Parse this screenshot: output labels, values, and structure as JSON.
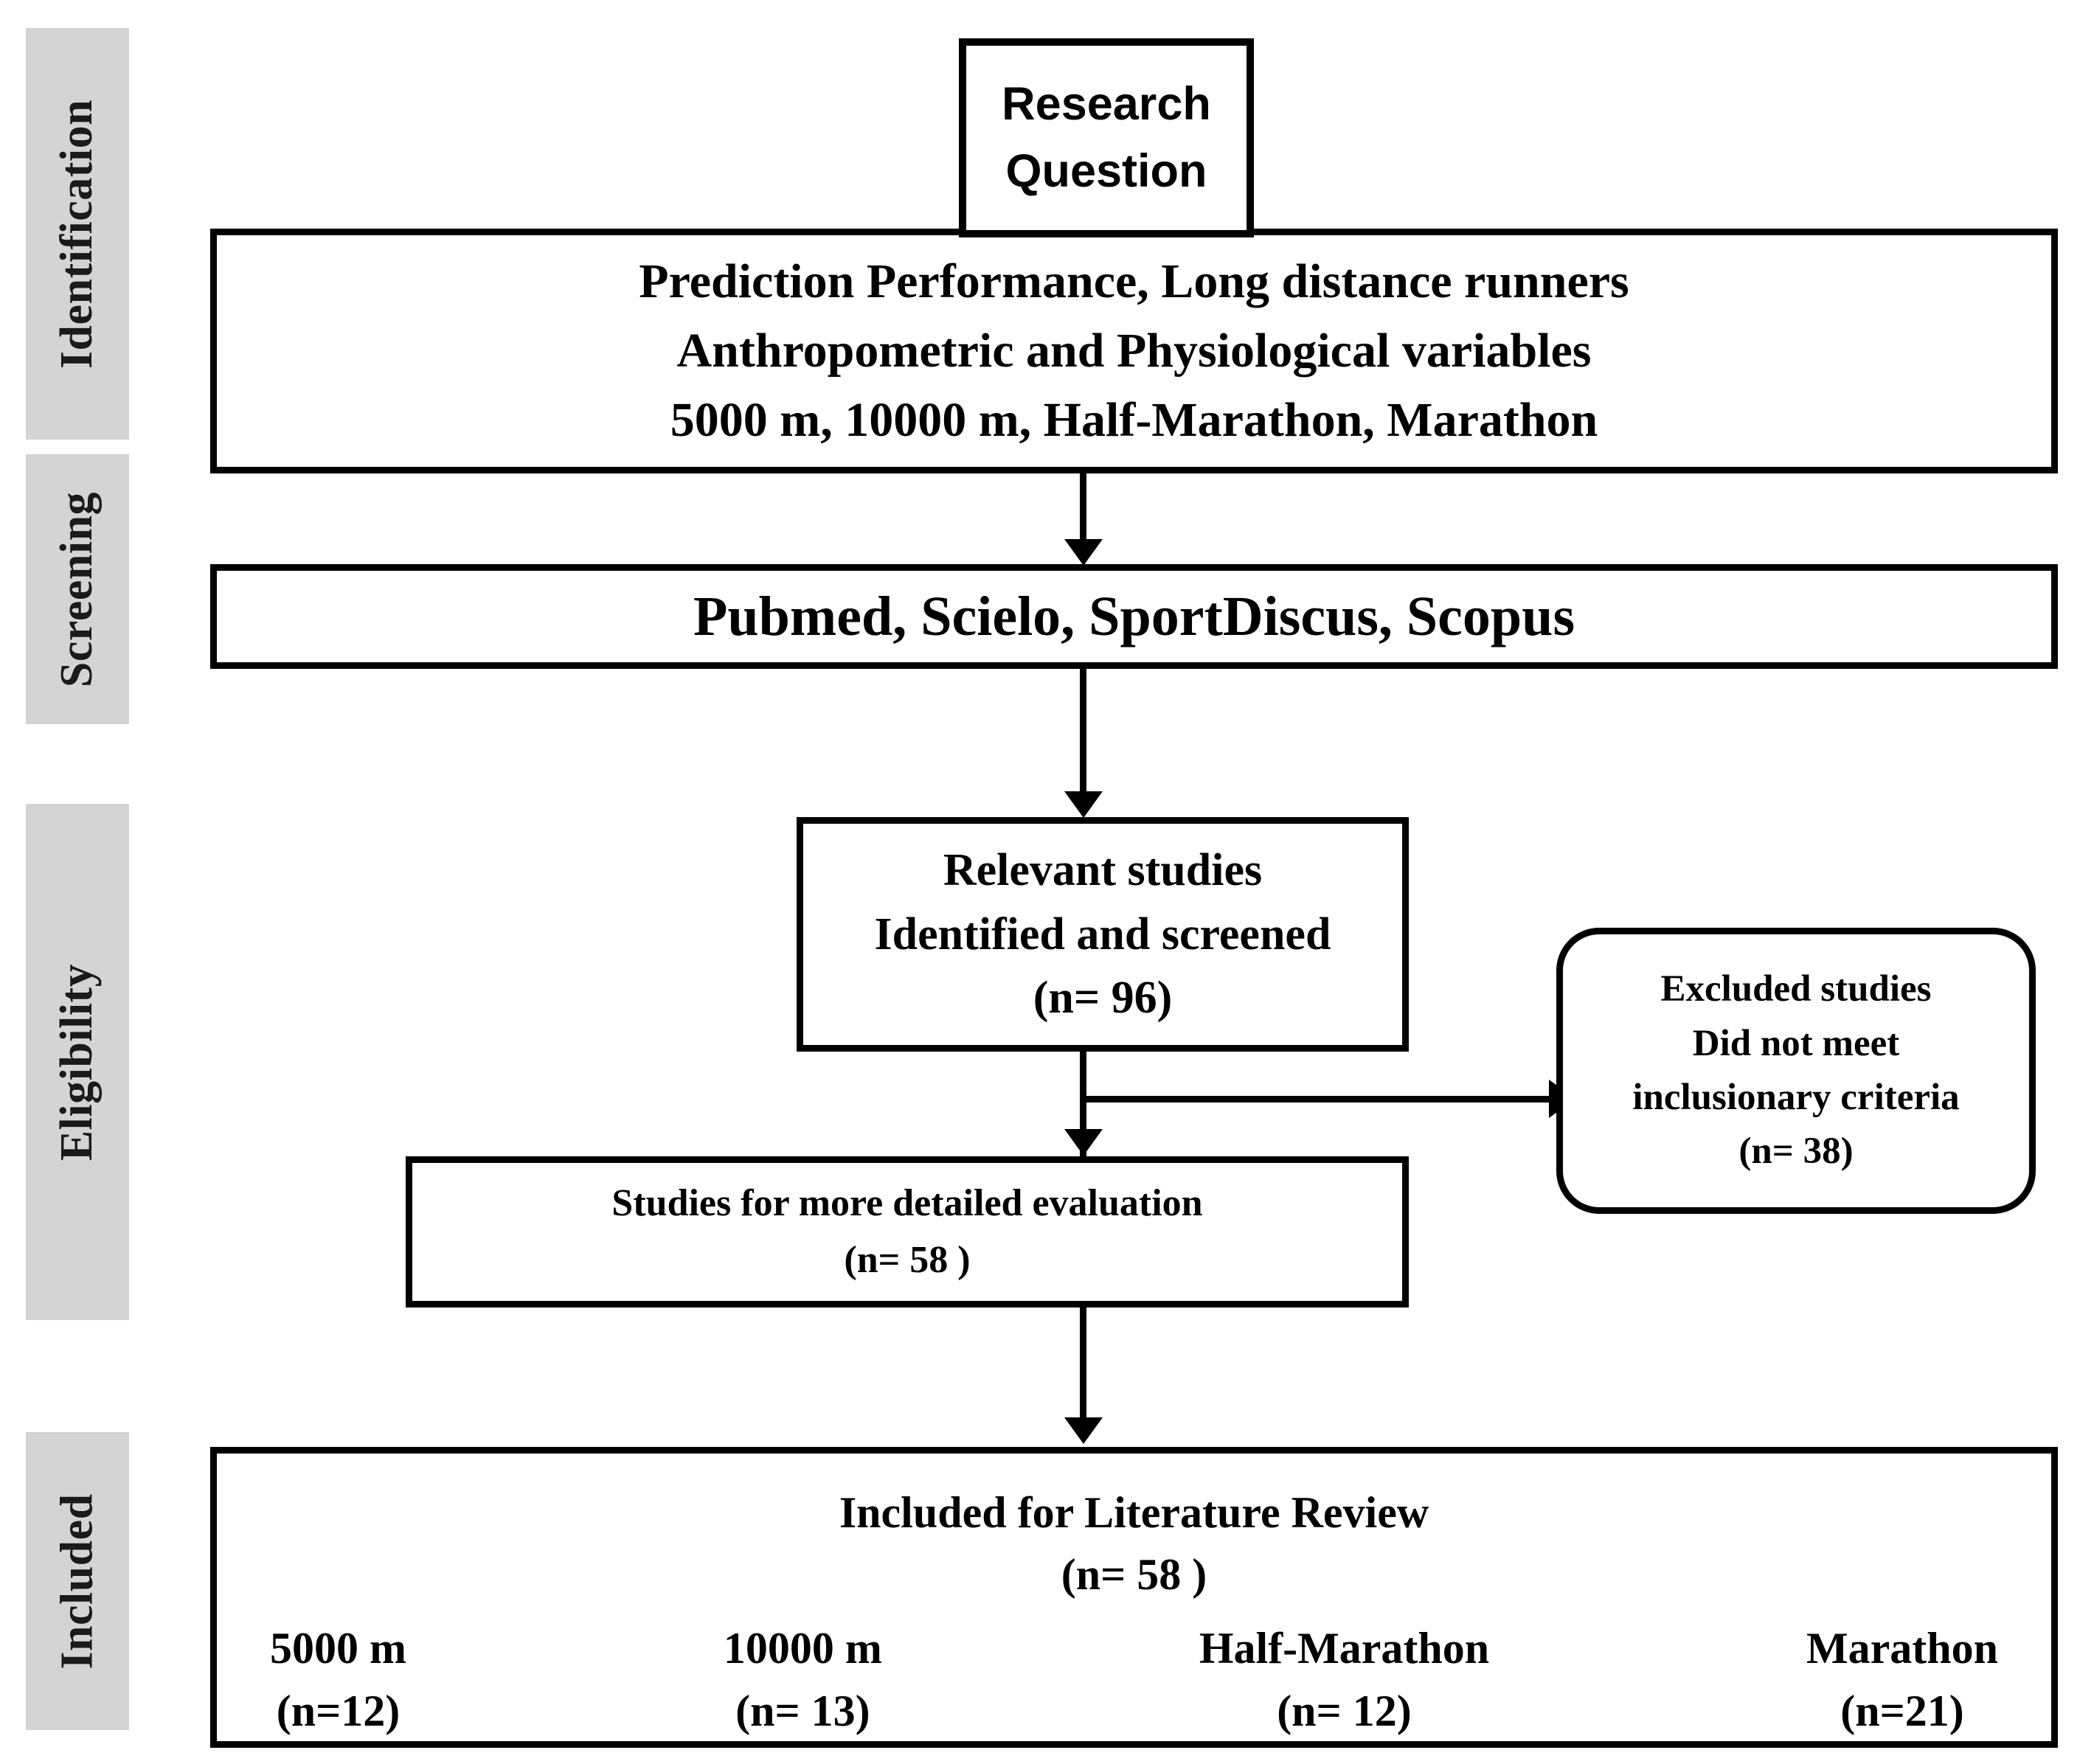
{
  "stages": [
    {
      "label": "Identification"
    },
    {
      "label": "Screening"
    },
    {
      "label": "Eligibility"
    },
    {
      "label": "Included"
    }
  ],
  "research_question": {
    "line1": "Research",
    "line2": "Question"
  },
  "identification": {
    "line1": "Prediction Performance, Long distance runners",
    "line2": "Anthropometric and Physiological variables",
    "line3": "5000 m,  10000 m, Half-Marathon, Marathon"
  },
  "databases": {
    "line1": "Pubmed, Scielo, SportDiscus, Scopus"
  },
  "relevant_studies": {
    "line1": "Relevant studies",
    "line2": "Identified and screened",
    "line3": "(n= 96)"
  },
  "excluded_studies": {
    "line1": "Excluded studies",
    "line2": "Did not meet",
    "line3": "inclusionary criteria",
    "line4": "(n= 38)"
  },
  "detailed_evaluation": {
    "line1": "Studies for more detailed evaluation",
    "line2": "(n= 58 )"
  },
  "included": {
    "line1": "Included for Literature Review",
    "line2": "(n= 58 )",
    "distances": [
      {
        "name": "5000 m",
        "count": "(n=12)"
      },
      {
        "name": "10000 m",
        "count": "(n= 13)"
      },
      {
        "name": "Half-Marathon",
        "count": "(n= 12)"
      },
      {
        "name": "Marathon",
        "count": "(n=21)"
      }
    ]
  },
  "colors": {
    "band": "#d4d4d4",
    "stroke": "#000000",
    "background": "#ffffff"
  }
}
